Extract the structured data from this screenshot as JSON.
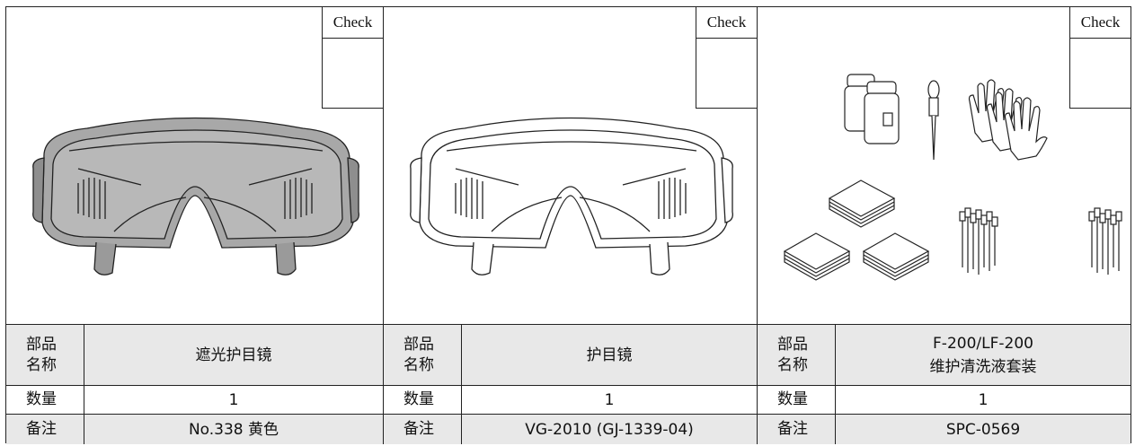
{
  "panels": [
    {
      "check_label": "Check",
      "name_label": "部品\n名称",
      "name_lines": [
        "遮光护目镜"
      ],
      "qty_label": "数量",
      "qty": "1",
      "note_label": "备注",
      "note": "No.338 黄色"
    },
    {
      "check_label": "Check",
      "name_label": "部品\n名称",
      "name_lines": [
        "护目镜"
      ],
      "qty_label": "数量",
      "qty": "1",
      "note_label": "备注",
      "note": "VG-2010 (GJ-1339-04)"
    },
    {
      "check_label": "Check",
      "name_label": "部品\n名称",
      "name_lines": [
        "F-200/LF-200",
        "维护清洗液套装"
      ],
      "qty_label": "数量",
      "qty": "1",
      "note_label": "备注",
      "note": "SPC-0569"
    }
  ],
  "colors": {
    "border": "#222222",
    "row_shade": "#e8e8e8",
    "tinted_lens": "#a8a8a8"
  },
  "icons": [
    "tinted-safety-glasses-icon",
    "clear-safety-glasses-icon",
    "cleaning-bottles-icon",
    "dropper-icon",
    "gloves-icon",
    "wipes-stack-icon",
    "swab-bundle-icon"
  ]
}
